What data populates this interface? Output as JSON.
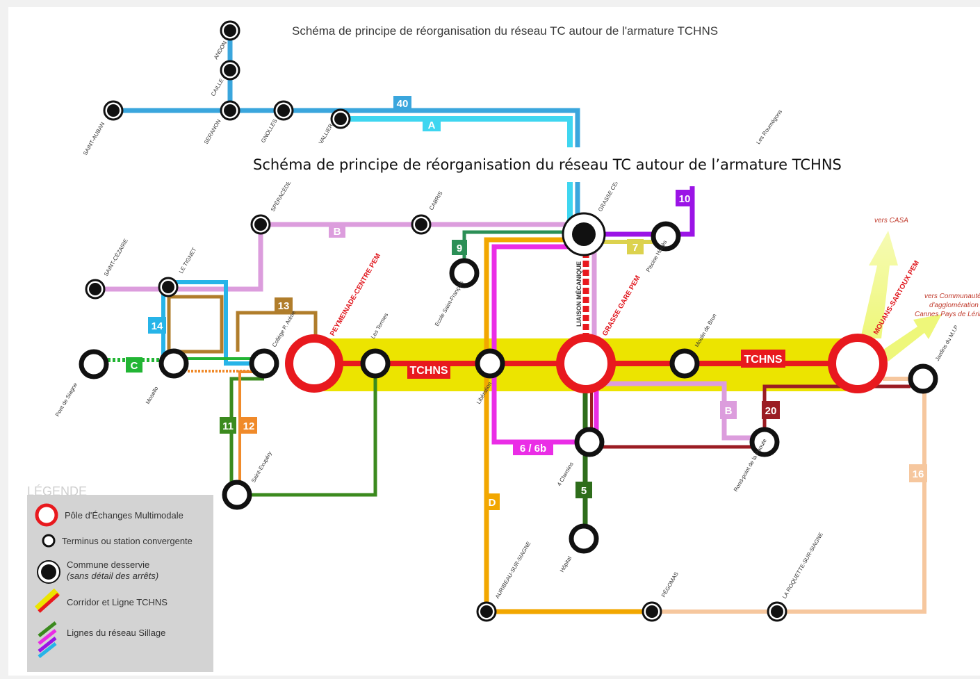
{
  "title_top": "Schéma de principe de réorganisation du réseau TC autour de l'armature TCHNS",
  "title_main": "Schéma de principe de réorganisation du réseau TC autour de l’armature TCHNS",
  "colors": {
    "corridor": "#ece400",
    "tchns": "#e8191e",
    "line_40": "#3aa6dd",
    "line_A": "#3fd6f0",
    "line_B": "#dc9ddd",
    "line_9": "#2b8f56",
    "line_D": "#f2a700",
    "line_6": "#ea2de6",
    "line_10": "#9b14e6",
    "line_7": "#dcd24e",
    "line_14": "#27b4e8",
    "line_13": "#b07d2b",
    "line_C": "#22b534",
    "line_11": "#3b8a1e",
    "line_12": "#f08a2a",
    "line_5": "#2e6d1b",
    "line_20": "#9b1c23",
    "line_16": "#f6c79e",
    "liaison": "#e8191e",
    "legend_bg": "#d3d3d3"
  },
  "lines": {
    "l40": "40",
    "lA": "A",
    "lB1": "B",
    "lB2": "B",
    "l10": "10",
    "l9": "9",
    "l7": "7",
    "l13": "13",
    "l14": "14",
    "lC": "C",
    "l11": "11",
    "l12": "12",
    "l66b": "6 / 6b",
    "lD": "D",
    "l5": "5",
    "l20": "20",
    "l16": "16",
    "tchns1": "TCHNS",
    "tchns2": "TCHNS"
  },
  "pems": {
    "peymeinade": "PEYMEINADE-CENTRE PEM",
    "grasse_gare": "GRASSE GARE PEM",
    "mouans": "MOUANS-SARTOUX PEM",
    "liaison": "LIAISON MÉCANIQUE"
  },
  "stations": {
    "pont_siagne": "Pont de Siagne",
    "mosello": "Mosello",
    "college": "Collège P. Arène",
    "termes": "Les Termes",
    "liberation": "Libération",
    "ecole": "Ecole Saint-François",
    "piscine": "Piscine Harjès",
    "moulin": "Moulin de Brun",
    "jardins": "Jardins du M.I.P",
    "quatre_chemins": "4 Chemins",
    "hopital": "Hôpital",
    "rond_point": "Rond-point de la Paoute",
    "exupery": "Saint-Exupéry"
  },
  "communes": {
    "andon": "ANDON",
    "caille": "CAILLE",
    "saint_auban": "SAINT-AUBAN",
    "seranon": "SERANON",
    "gnolles": "GNOLLES",
    "valliers": "VALLIER",
    "roumegons": "Les Roumégons",
    "grasse_centre": "GRASSE CEN",
    "speracedes": "SPÉRACÈDES",
    "cabris": "CABRIS",
    "saint_cezaire": "SAINT-CÉZAIRE",
    "tignet": "LE TIGNET",
    "auribeau": "AURIBEAU-SUR-SIAGNE",
    "pegomas": "PÉGOMAS",
    "roquette": "LA ROQUETTE-SUR-SIAGNE"
  },
  "destinations": {
    "casa": "vers CASA",
    "cannes_1": "vers Communauté",
    "cannes_2": "d'agglomération",
    "cannes_3": "Cannes Pays de Lérins"
  },
  "legend": {
    "title": "LÉGENDE",
    "pem": "Pôle d'Échanges Multimodale",
    "terminus": "Terminus ou station convergente",
    "commune_1": "Commune desservie",
    "commune_2": "(sans détail des arrêts)",
    "corridor": "Corridor et Ligne TCHNS",
    "lignes": "Lignes du réseau Sillage"
  }
}
